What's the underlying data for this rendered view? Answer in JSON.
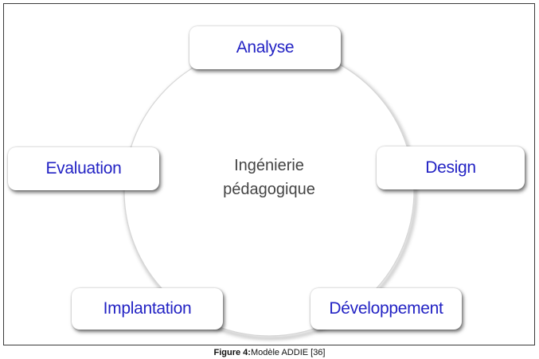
{
  "diagram": {
    "center": {
      "line1": "Ingénierie",
      "line2": "pédagogique"
    },
    "stages": {
      "analyse": "Analyse",
      "design": "Design",
      "developpement": "Développement",
      "implantation": "Implantation",
      "evaluation": "Evaluation"
    },
    "text_color": "#2323c4"
  },
  "caption": {
    "label": "Figure 4:",
    "text": "Modèle ADDIE [36]"
  }
}
